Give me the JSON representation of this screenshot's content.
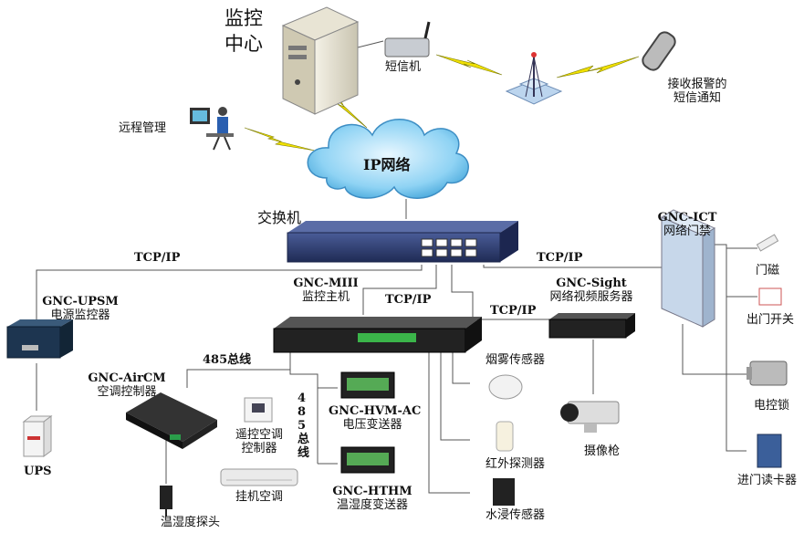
{
  "center": {
    "line1": "监控",
    "line2": "中心"
  },
  "sms_modem": "短信机",
  "sms_receive": {
    "line1": "接收报警的",
    "line2": "短信通知"
  },
  "remote_mgmt": "远程管理",
  "network": "IP网络",
  "switch": "交换机",
  "protocol": "TCP/IP",
  "upsm": {
    "model": "GNC-UPSM",
    "name": "电源监控器"
  },
  "ups": "UPS",
  "miii": {
    "model": "GNC-MIII",
    "name": "监控主机"
  },
  "airc": {
    "model": "GNC-AirCM",
    "name": "空调控制器"
  },
  "bus485": "485总线",
  "hvm": {
    "model": "GNC-HVM-AC",
    "name": "电压变送器"
  },
  "hthm": {
    "model": "GNC-HTHM",
    "name": "温湿度变送器"
  },
  "remote_ac": {
    "line1": "遥控空调",
    "line2": "控制器"
  },
  "wall_ac": "挂机空调",
  "th_probe": "温湿度探头",
  "sight": {
    "model": "GNC-Sight",
    "name": "网络视频服务器"
  },
  "camera": "摄像枪",
  "ict": {
    "model": "GNC-ICT",
    "name": "网络门禁"
  },
  "door_mag": "门磁",
  "exit_switch": "出门开关",
  "elec_lock": "电控锁",
  "card_reader": "进门读卡器",
  "smoke": "烟雾传感器",
  "ir": "红外探测器",
  "water": "水浸传感器",
  "colors": {
    "cloud": "#8fd3f4",
    "switch": "#2f3f73",
    "line": "#555555",
    "bolt": "#f0e000"
  }
}
